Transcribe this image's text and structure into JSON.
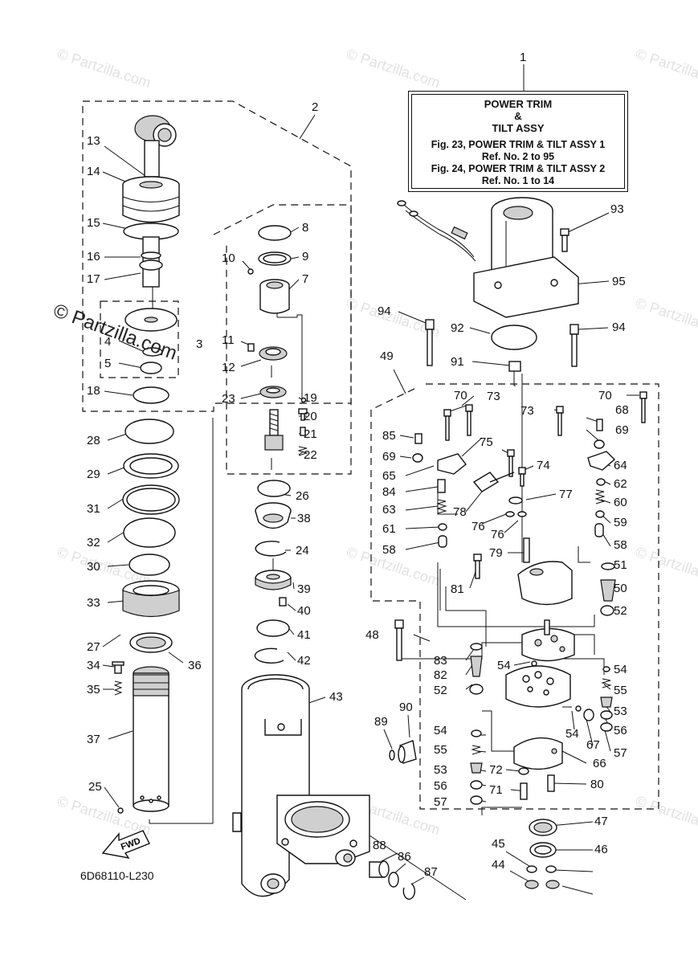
{
  "title_box": {
    "line1": "POWER TRIM",
    "line2": "&",
    "line3": "TILT ASSY",
    "ref1": "Fig. 23, POWER TRIM & TILT ASSY 1",
    "ref1_range": "Ref. No. 2 to 95",
    "ref2": "Fig. 24, POWER TRIM & TILT ASSY 2",
    "ref2_range": "Ref. No. 1 to 14"
  },
  "drawing_code": "6D68110-L230",
  "direction_label": "FWD",
  "watermark": "© Partzilla.com",
  "callouts": [
    "1",
    "2",
    "3",
    "4",
    "5",
    "7",
    "8",
    "9",
    "10",
    "11",
    "12",
    "13",
    "14",
    "15",
    "16",
    "17",
    "18",
    "19",
    "20",
    "21",
    "22",
    "23",
    "24",
    "25",
    "26",
    "27",
    "28",
    "29",
    "30",
    "31",
    "32",
    "33",
    "34",
    "35",
    "36",
    "37",
    "38",
    "39",
    "40",
    "41",
    "42",
    "43",
    "44",
    "45",
    "46",
    "47",
    "48",
    "49",
    "50",
    "51",
    "52",
    "53",
    "54",
    "55",
    "56",
    "57",
    "58",
    "59",
    "60",
    "61",
    "62",
    "63",
    "64",
    "65",
    "66",
    "67",
    "68",
    "69",
    "70",
    "71",
    "72",
    "73",
    "74",
    "75",
    "76",
    "77",
    "78",
    "79",
    "80",
    "81",
    "82",
    "83",
    "84",
    "85",
    "86",
    "87",
    "88",
    "89",
    "90",
    "91",
    "92",
    "93",
    "94",
    "95"
  ]
}
